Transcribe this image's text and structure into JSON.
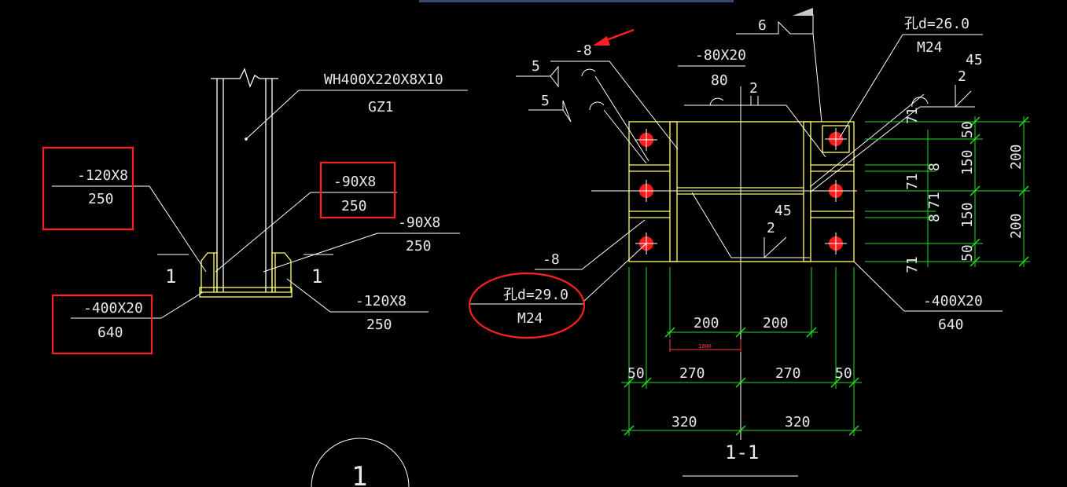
{
  "colors": {
    "background": "#000000",
    "line": "#ffffff",
    "steel": "#ffff66",
    "dimension": "#22dd22",
    "bolt": "#ff1a1a",
    "highlight": "#ff2020",
    "topbar": "#3a4a73"
  },
  "left_view": {
    "column_label": "WH400X220X8X10",
    "column_mark": "GZ1",
    "stiffener_left_size": "-120X8",
    "stiffener_left_length": "250",
    "stiffener_mid_size": "-90X8",
    "stiffener_mid_length": "250",
    "stiffener_right_size": "-90X8",
    "stiffener_right_length": "250",
    "stiffener_lower_size": "-120X8",
    "stiffener_lower_length": "250",
    "base_plate_size": "-400X20",
    "base_plate_length": "640",
    "section_mark_left": "1",
    "section_mark_right": "1",
    "detail_number": "1"
  },
  "right_view": {
    "top_plate_size": "-8",
    "weld_5a": "5",
    "weld_5b": "5",
    "plate_80_size": "-80X20",
    "plate_80_length": "80",
    "weld_2_top": "2",
    "weld_6": "6",
    "hole_top": "孔d=26.0",
    "bolt_top": "M24",
    "angle_top": "45",
    "weld_2_right": "2",
    "angle_mid": "45",
    "weld_2_mid": "2",
    "left_plate_size": "-8",
    "hole_left": "孔d=29.0",
    "bolt_left": "M24",
    "base_plate_size": "-400X20",
    "base_plate_length": "640",
    "section_title": "1-1",
    "red_dim": "1000",
    "dims_row1": [
      "200",
      "200"
    ],
    "dims_row2": [
      "50",
      "270",
      "270",
      "50"
    ],
    "dims_row3": [
      "320",
      "320"
    ],
    "dims_right_a": [
      "50",
      "150",
      "150",
      "50"
    ],
    "dims_right_b": [
      "200",
      "200"
    ],
    "dims_right_small": [
      "71",
      "8",
      "71",
      "8",
      "71",
      "71"
    ]
  }
}
